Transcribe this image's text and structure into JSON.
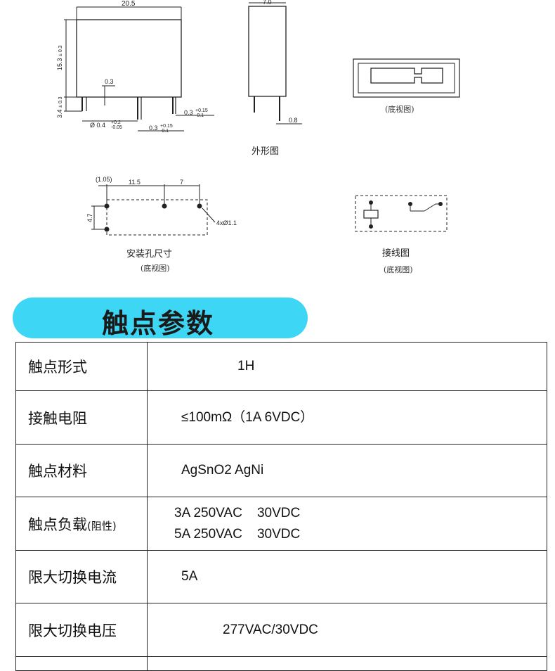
{
  "drawings": {
    "front_view": {
      "dim_width": "20.5",
      "dim_height": "15.3",
      "dim_height_tol": "± 0.3",
      "dim_pin_len": "3.4",
      "dim_pin_len_tol": "± 0.3",
      "dim_pin_thick": "0.3",
      "dim_pin_dia": "Ø 0.4",
      "dim_pin_dia_tol_up": "+0.2",
      "dim_pin_dia_tol_dn": "-0.05",
      "dim_pin_w1": "0.3",
      "dim_pin_w1_tol_up": "+0.15",
      "dim_pin_w1_tol_dn": "-0.1",
      "dim_pin_w2": "0.3",
      "dim_pin_w2_tol_up": "+0.15",
      "dim_pin_w2_tol_dn": "-0.1"
    },
    "side_view": {
      "dim_depth": "7.0",
      "dim_pin": "0.8"
    },
    "outline_caption": "外形图",
    "bottom_view_caption": "(底视图)",
    "mounting": {
      "dim_offset": "(1.05)",
      "dim_pitch1": "11.5",
      "dim_pitch2": "7",
      "dim_vertical": "4.7",
      "dim_holes": "4xØ1.1",
      "caption": "安装孔尺寸",
      "sub_caption": "(底视图)"
    },
    "wiring": {
      "caption": "接线图",
      "sub_caption": "(底视图)"
    }
  },
  "section": {
    "title": "触点参数"
  },
  "specs": [
    {
      "label": "触点形式",
      "label_note": "",
      "lines": [
        "1H"
      ],
      "indent": 128
    },
    {
      "label": "接触电阻",
      "label_note": "",
      "lines": [
        "≤100mΩ（1A 6VDC）"
      ],
      "indent": 48
    },
    {
      "label": "触点材料",
      "label_note": "",
      "lines": [
        "AgSnO2 AgNi"
      ],
      "indent": 48
    },
    {
      "label": "触点负载",
      "label_note": "(阻性)",
      "lines": [
        "3A 250VAC    30VDC",
        "5A 250VAC    30VDC"
      ],
      "indent": 38
    },
    {
      "label": "限大切换电流",
      "label_note": "",
      "lines": [
        "5A"
      ],
      "indent": 48
    },
    {
      "label": "限大切换电压",
      "label_note": "",
      "lines": [
        "277VAC/30VDC"
      ],
      "indent": 107
    },
    {
      "label": "",
      "label_note": "",
      "lines": [
        ""
      ],
      "indent": 48
    }
  ]
}
